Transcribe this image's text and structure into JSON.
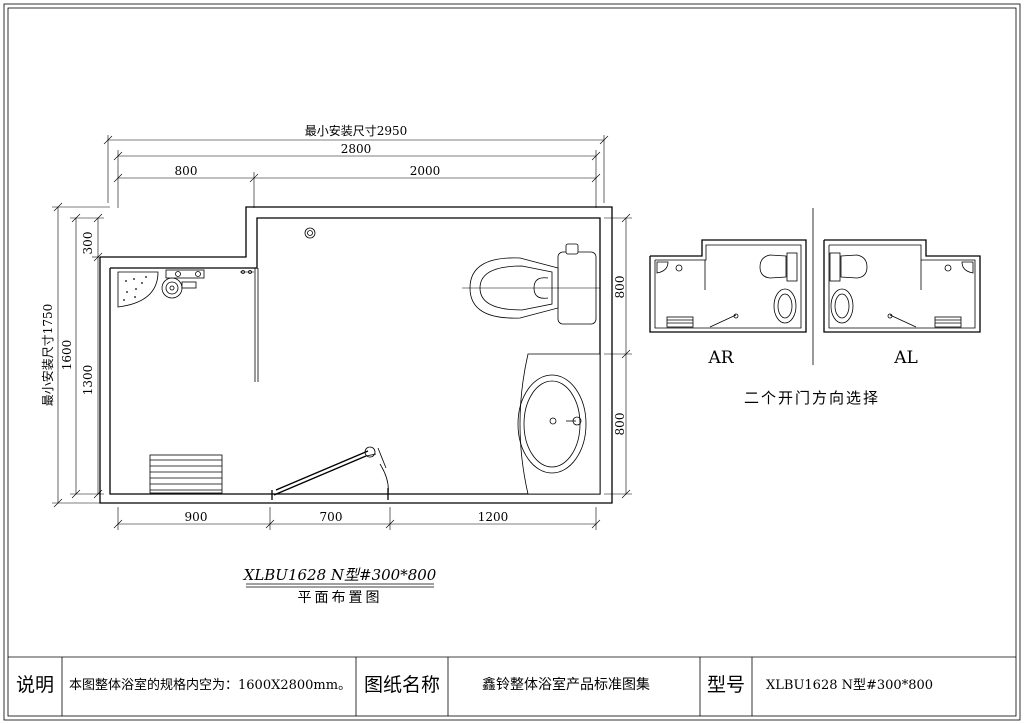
{
  "plan": {
    "dims": {
      "min_install_width": "最小安装尺寸2950",
      "overall_width": "2800",
      "left_width": "800",
      "right_width": "2000",
      "min_install_height": "最小安装尺寸1750",
      "overall_height": "1600",
      "top_offset": "300",
      "left_height": "1300",
      "right_upper_height": "800",
      "right_lower_height": "800",
      "bottom_left": "900",
      "bottom_door": "700",
      "bottom_right": "1200"
    },
    "model_title": "XLBU1628 N型#300*800",
    "plan_caption": "平面布置图"
  },
  "options": {
    "ar_label": "AR",
    "al_label": "AL",
    "caption": "二个开门方向选择"
  },
  "title_block": {
    "desc_label": "说明",
    "desc_text": "本图整体浴室的规格内空为：1600X2800mm。",
    "drawing_name_label": "图纸名称",
    "drawing_name": "鑫铃整体浴室产品标准图集",
    "model_label": "型号",
    "model_value": "XLBU1628 N型#300*800"
  }
}
